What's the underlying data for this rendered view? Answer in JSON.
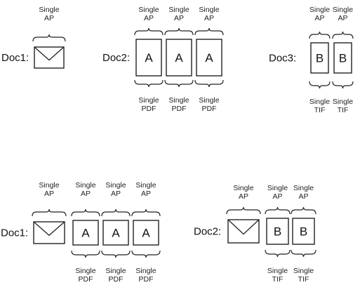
{
  "colors": {
    "stroke": "#222222",
    "text": "#111111",
    "background": "#ffffff"
  },
  "icons": {
    "envelope": "envelope-icon",
    "brace": "curly-brace"
  },
  "groups": [
    {
      "doc_label": "Doc1:",
      "items": [
        {
          "type": "envelope",
          "top": [
            "Single",
            "AP"
          ]
        }
      ]
    },
    {
      "doc_label": "Doc2:",
      "items": [
        {
          "type": "page",
          "letter": "A",
          "top": [
            "Single",
            "AP"
          ],
          "bottom": [
            "Single",
            "PDF"
          ]
        },
        {
          "type": "page",
          "letter": "A",
          "top": [
            "Single",
            "AP"
          ],
          "bottom": [
            "Single",
            "PDF"
          ]
        },
        {
          "type": "page",
          "letter": "A",
          "top": [
            "Single",
            "AP"
          ],
          "bottom": [
            "Single",
            "PDF"
          ]
        }
      ]
    },
    {
      "doc_label": "Doc3:",
      "items": [
        {
          "type": "page",
          "letter": "B",
          "top": [
            "Single",
            "AP"
          ],
          "bottom": [
            "Single",
            "TIF"
          ]
        },
        {
          "type": "page",
          "letter": "B",
          "top": [
            "Single",
            "AP"
          ],
          "bottom": [
            "Single",
            "TIF"
          ]
        }
      ]
    },
    {
      "doc_label": "Doc1:",
      "items": [
        {
          "type": "envelope",
          "top": [
            "Single",
            "AP"
          ]
        },
        {
          "type": "page",
          "letter": "A",
          "top": [
            "Single",
            "AP"
          ],
          "bottom": [
            "Single",
            "PDF"
          ]
        },
        {
          "type": "page",
          "letter": "A",
          "top": [
            "Single",
            "AP"
          ],
          "bottom": [
            "Single",
            "PDF"
          ]
        },
        {
          "type": "page",
          "letter": "A",
          "top": [
            "Single",
            "AP"
          ],
          "bottom": [
            "Single",
            "PDF"
          ]
        }
      ]
    },
    {
      "doc_label": "Doc2:",
      "items": [
        {
          "type": "envelope",
          "top": [
            "Single",
            "AP"
          ]
        },
        {
          "type": "page",
          "letter": "B",
          "top": [
            "Single",
            "AP"
          ],
          "bottom": [
            "Single",
            "TIF"
          ]
        },
        {
          "type": "page",
          "letter": "B",
          "top": [
            "Single",
            "AP"
          ],
          "bottom": [
            "Single",
            "TIF"
          ]
        }
      ]
    }
  ]
}
